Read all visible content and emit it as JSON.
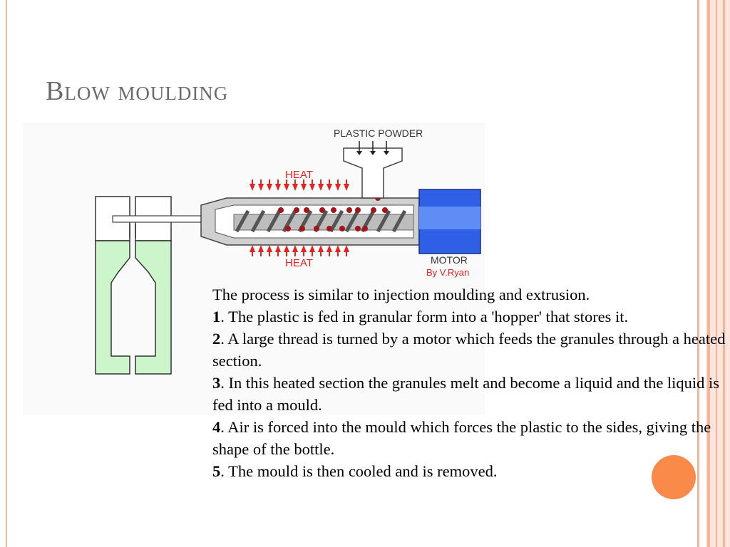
{
  "slide": {
    "title": "Blow moulding"
  },
  "diagram": {
    "label_plastic_powder": "PLASTIC POWDER",
    "label_heat_top": "HEAT",
    "label_heat_bottom": "HEAT",
    "label_motor": "MOTOR",
    "label_credit": "By V.Ryan",
    "colors": {
      "heat_red": "#e8211f",
      "mould_green": "#ccf5cc",
      "motor_blue": "#2f5fe6",
      "granule_red": "#a3151a"
    }
  },
  "text": {
    "intro": "The process is similar to injection moulding and extrusion.",
    "steps": [
      {
        "num": "1",
        "text": ". The plastic is fed in granular form into a 'hopper' that stores it."
      },
      {
        "num": "2",
        "text": ". A large thread is turned by a motor which feeds the granules through a heated section."
      },
      {
        "num": "3",
        "text": ". In this heated section the granules melt and become a liquid and the liquid is fed into a mould."
      },
      {
        "num": "4",
        "text": ". Air is forced into the mould which forces the plastic to the sides, giving the shape of the bottle."
      },
      {
        "num": "5",
        "text": ".  The mould is then cooled and is removed."
      }
    ]
  }
}
